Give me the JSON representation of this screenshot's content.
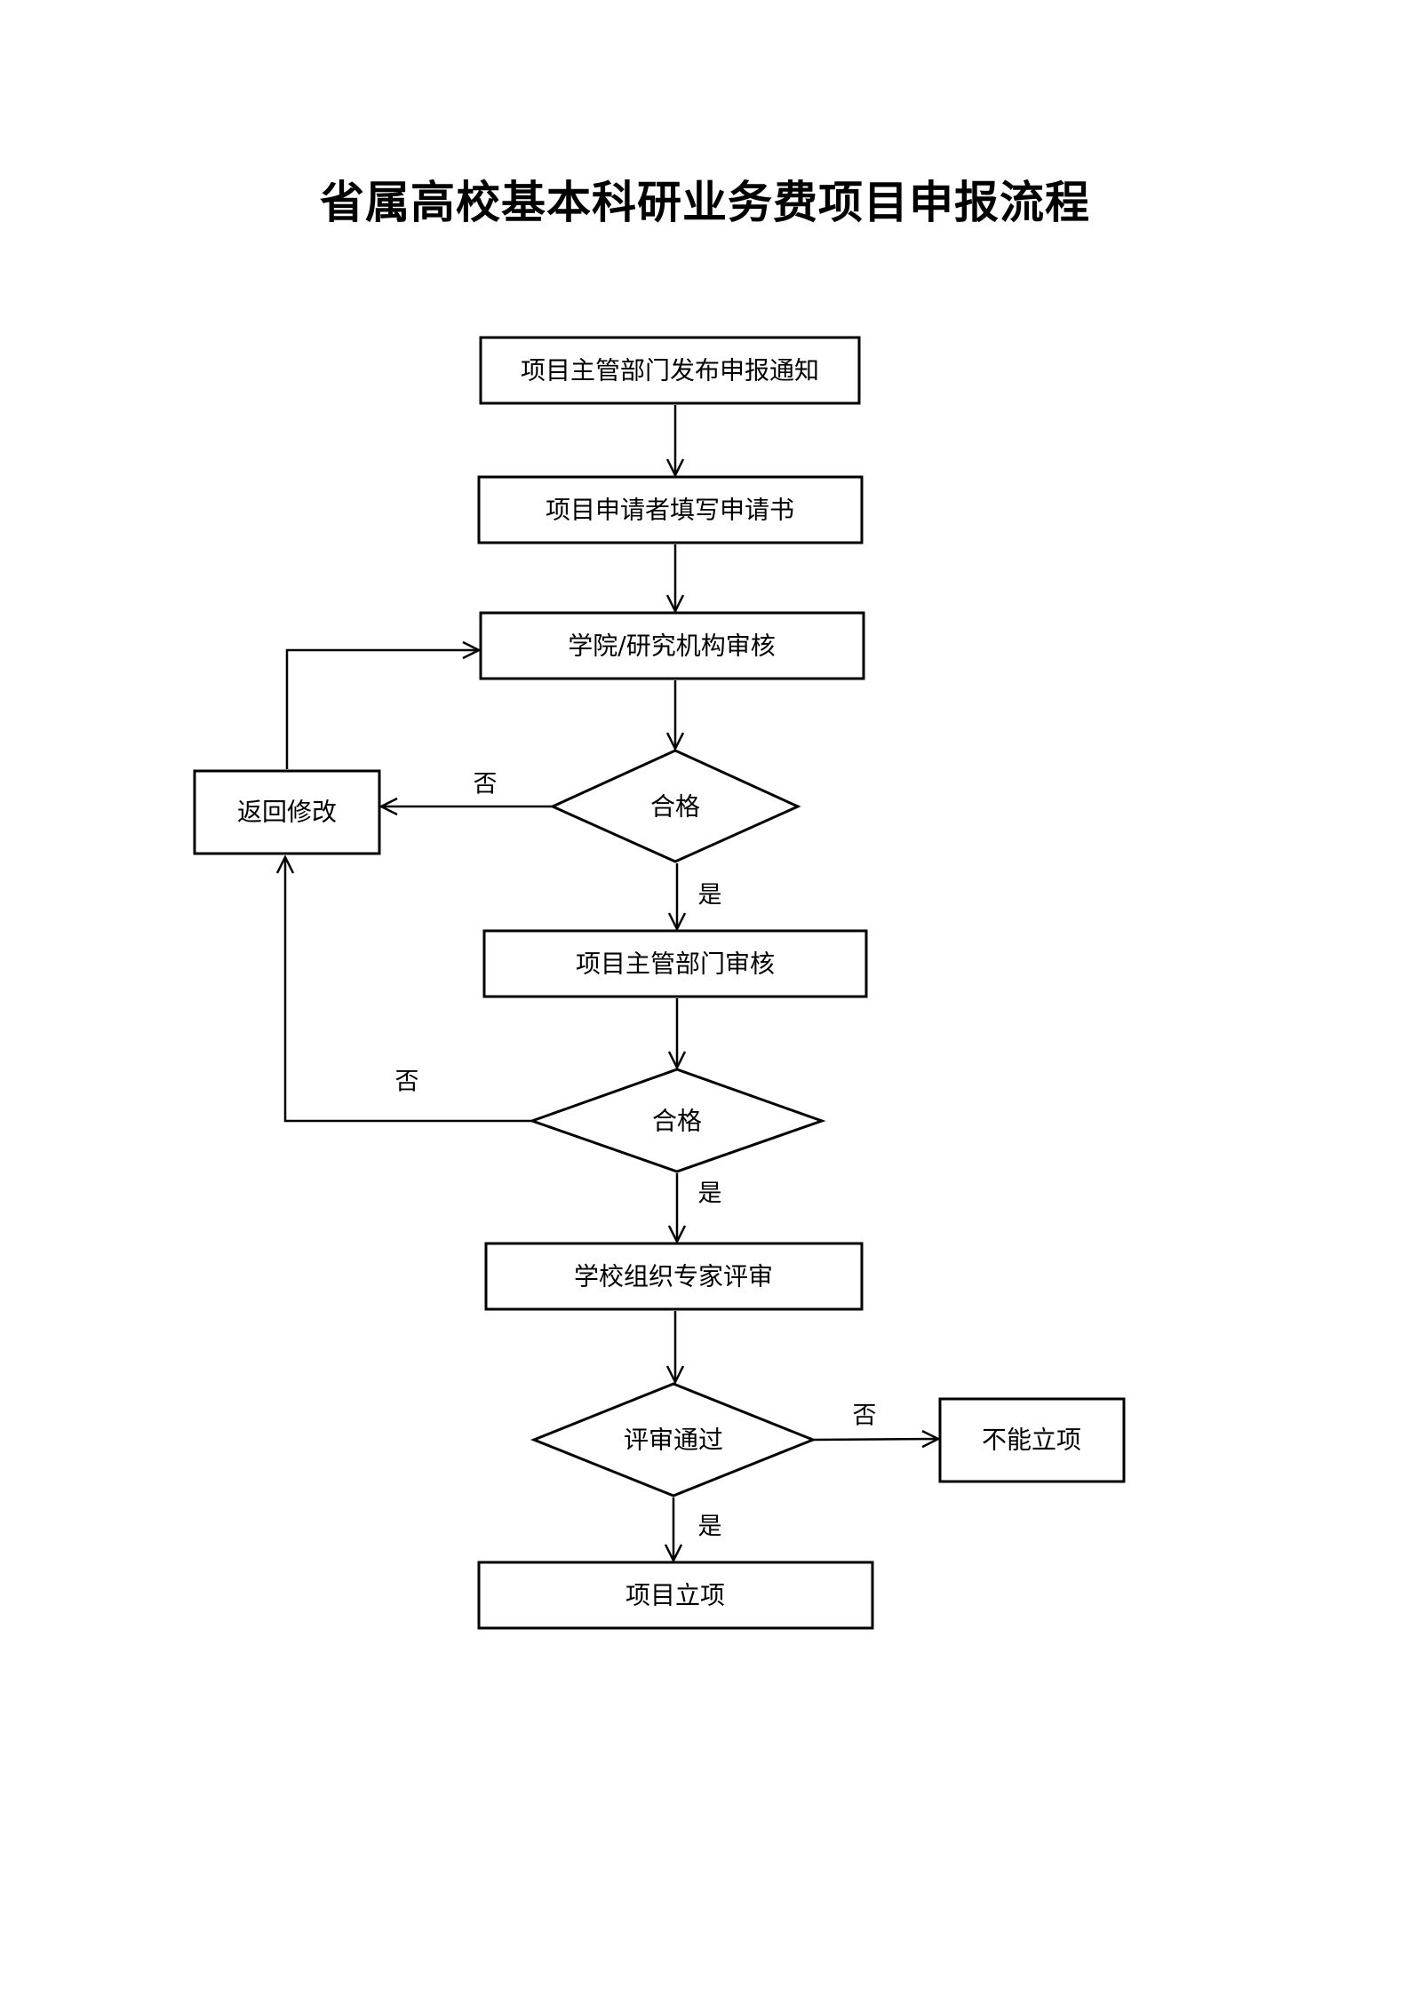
{
  "title": "省属高校基本科研业务费项目申报流程",
  "nodes": {
    "notice": "项目主管部门发布申报通知",
    "fill_form": "项目申请者填写申请书",
    "college_review": "学院/研究机构审核",
    "decision_1": "合格",
    "return_modify": "返回修改",
    "dept_review": "项目主管部门审核",
    "decision_2": "合格",
    "expert_review": "学校组织专家评审",
    "decision_3": "评审通过",
    "reject": "不能立项",
    "approved": "项目立项"
  },
  "edge_labels": {
    "d1_no": "否",
    "d1_yes": "是",
    "d2_no": "否",
    "d2_yes": "是",
    "d3_no": "否",
    "d3_yes": "是"
  }
}
